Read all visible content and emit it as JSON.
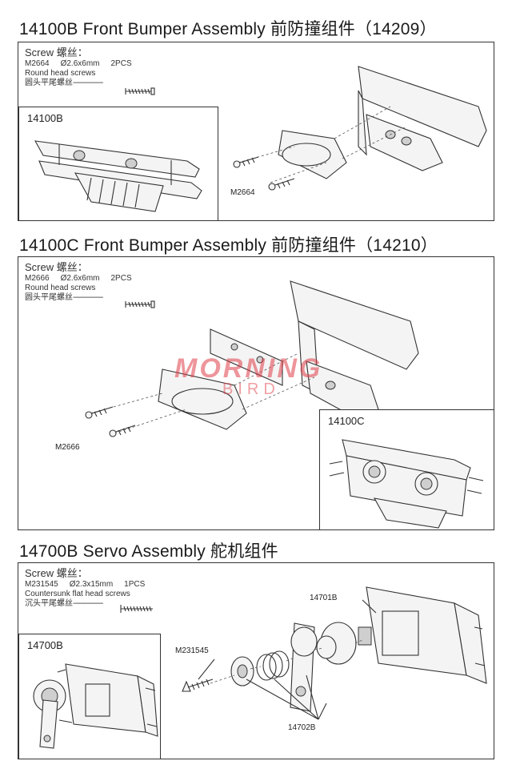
{
  "sections": [
    {
      "title": "14100B Front Bumper Assembly 前防撞组件（14209）",
      "screw": {
        "header": "Screw 螺丝：",
        "code": "M2664",
        "size": "Ø2.6x6mm",
        "qty": "2PCS",
        "desc_en": "Round head screws",
        "desc_cn": "圆头平尾螺丝"
      },
      "inset_label": "14100B",
      "callouts": [
        "M2664"
      ]
    },
    {
      "title": "14100C Front Bumper Assembly 前防撞组件（14210）",
      "screw": {
        "header": "Screw 螺丝：",
        "code": "M2666",
        "size": "Ø2.6x6mm",
        "qty": "2PCS",
        "desc_en": "Round head screws",
        "desc_cn": "圆头平尾螺丝"
      },
      "inset_label": "14100C",
      "callouts": [
        "M2666"
      ]
    },
    {
      "title": "14700B Servo Assembly 舵机组件",
      "screw": {
        "header": "Screw 螺丝：",
        "code": "M231545",
        "size": "Ø2.3x15mm",
        "qty": "1PCS",
        "desc_en": "Countersunk flat head screws",
        "desc_cn": "沉头平尾螺丝"
      },
      "inset_label": "14700B",
      "callouts": [
        "14701B",
        "M231545",
        "14702B"
      ]
    }
  ],
  "watermark": {
    "line1": "MORNING",
    "line2": "BIRD",
    "color": "#e0404a"
  }
}
